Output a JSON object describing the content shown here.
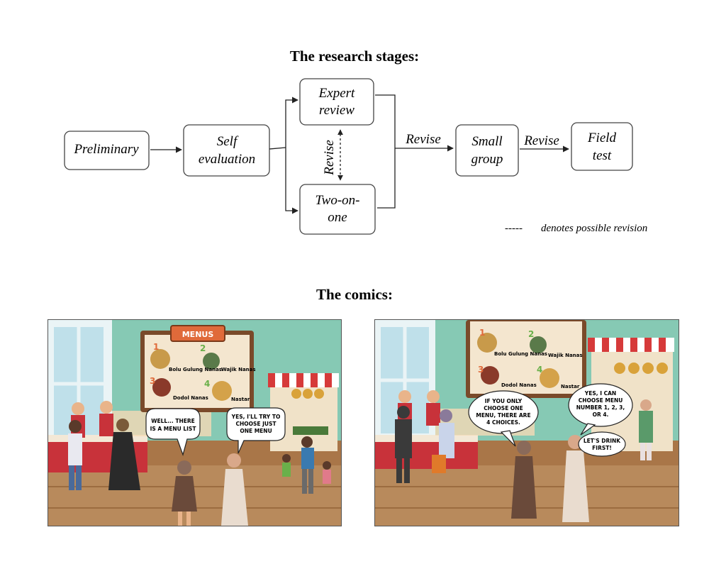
{
  "stages_title": "The research stages:",
  "comics_title": "The comics:",
  "flow": {
    "nodes": {
      "preliminary": [
        "Preliminary"
      ],
      "self_eval": [
        "Self",
        "evaluation"
      ],
      "expert": [
        "Expert",
        "review"
      ],
      "two_on_one": [
        "Two-on-",
        "one"
      ],
      "small_group": [
        "Small",
        "group"
      ],
      "field_test": [
        "Field",
        "test"
      ]
    },
    "edge_labels": {
      "revise_vertical": "Revise",
      "revise_to_small": "Revise",
      "revise_to_field": "Revise"
    },
    "legend": {
      "symbol": "-----",
      "text": "denotes possible revision"
    }
  },
  "comic1": {
    "menu_title": "MENUS",
    "menu_items": [
      {
        "num": "1",
        "name": "Bolu Gulung Nanas"
      },
      {
        "num": "2",
        "name": "Wajik Nanas"
      },
      {
        "num": "3",
        "name": "Dodol Nanas"
      },
      {
        "num": "4",
        "name": "Nastar"
      }
    ],
    "bubble_left": [
      "WELL... THERE",
      "IS A MENU LIST"
    ],
    "bubble_right": [
      "YES, I'LL TRY TO",
      "CHOOSE JUST",
      "ONE MENU"
    ]
  },
  "comic2": {
    "menu_items": [
      {
        "num": "1",
        "name": "Bolu Gulung Nanas"
      },
      {
        "num": "2",
        "name": "Wajik Nanas"
      },
      {
        "num": "3",
        "name": "Dodol Nanas"
      },
      {
        "num": "4",
        "name": "Nastar"
      }
    ],
    "bubble_left": [
      "IF YOU ONLY",
      "CHOOSE ONE",
      "MENU, THERE ARE",
      "4 CHOICES."
    ],
    "bubble_right": [
      "YES, I CAN",
      "CHOOSE MENU",
      "NUMBER 1, 2, 3,",
      "OR 4."
    ],
    "bubble_small": [
      "LET'S DRINK",
      "FIRST!"
    ]
  },
  "colors": {
    "wall": "#86c9b4",
    "floor": "#b88a5c",
    "menu_board": "#7a4a2a",
    "counter": "#c8323a",
    "banner": "#e06a3a",
    "awning_red": "#d63a3a"
  }
}
